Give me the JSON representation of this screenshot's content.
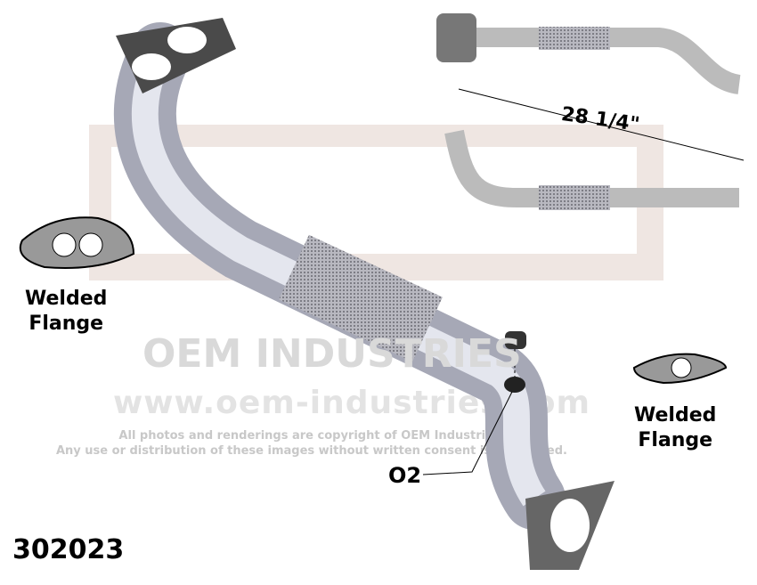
{
  "watermark": {
    "logo_text": "OEM INDUSTRIES",
    "url": "www.oem-industries.com",
    "copyright_line1": "All photos and renderings are copyright of OEM Industries.",
    "copyright_line2": "Any use or distribution of these images without written consent is prohibited."
  },
  "labels": {
    "left_flange": [
      "Welded",
      "Flange"
    ],
    "right_flange": [
      "Welded",
      "Flange"
    ],
    "o2": "O2",
    "length": "28 1/4\""
  },
  "part_number": "302023"
}
